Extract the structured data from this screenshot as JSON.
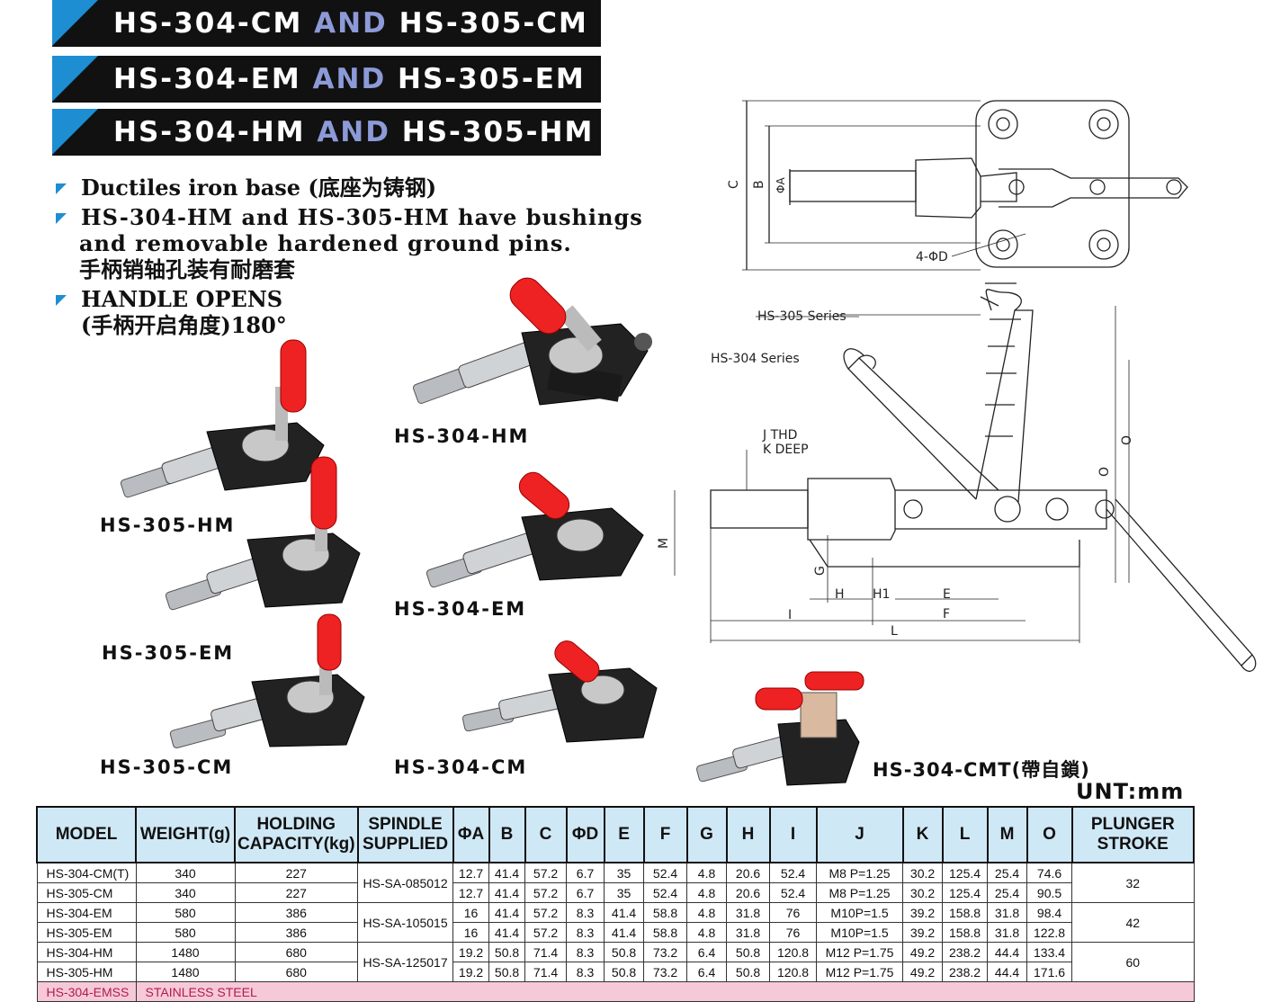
{
  "banners": [
    {
      "a": "HS-304-CM",
      "and": "AND",
      "b": "HS-305-CM"
    },
    {
      "a": "HS-304-EM",
      "and": "AND",
      "b": "HS-305-EM"
    },
    {
      "a": "HS-304-HM",
      "and": "AND",
      "b": "HS-305-HM"
    }
  ],
  "features": [
    {
      "lines": [
        "Ductiles iron base (底座为铸钢)"
      ]
    },
    {
      "lines": [
        "HS-304-HM and HS-305-HM have bushings",
        "and removable hardened ground pins.",
        "手柄销轴孔装有耐磨套"
      ]
    },
    {
      "lines": [
        "HANDLE OPENS",
        "(手柄开启角度)180°"
      ]
    }
  ],
  "product_labels": {
    "hs304hm": "HS-304-HM",
    "hs305hm": "HS-305-HM",
    "hs304em": "HS-304-EM",
    "hs305em": "HS-305-EM",
    "hs305cm": "HS-305-CM",
    "hs304cm": "HS-304-CM",
    "hs304cmt": "HS-304-CMT(帶自鎖)"
  },
  "drawing": {
    "top_labels": {
      "c": "C",
      "b": "B",
      "phiA": "ΦA",
      "fourD": "4-ΦD"
    },
    "series_305": "HS-305 Series",
    "series_304": "HS-304 Series",
    "thread_j": "J  THD",
    "thread_k": "K DEEP",
    "dims": {
      "m": "M",
      "g": "G",
      "h": "H",
      "h1": "H1",
      "e": "E",
      "f": "F",
      "i": "I",
      "l": "L",
      "o1": "O",
      "o2": "O"
    }
  },
  "unit": "UNT:mm",
  "table": {
    "headers": [
      "MODEL",
      "WEIGHT(g)",
      "HOLDING CAPACITY(kg)",
      "SPINDLE SUPPLIED",
      "ΦA",
      "B",
      "C",
      "ΦD",
      "E",
      "F",
      "G",
      "H",
      "I",
      "J",
      "K",
      "L",
      "M",
      "O",
      "PLUNGER STROKE"
    ],
    "rows": [
      [
        "HS-304-CM(T)",
        "340",
        "227",
        "12.7",
        "41.4",
        "57.2",
        "6.7",
        "35",
        "52.4",
        "4.8",
        "20.6",
        "52.4",
        "M8 P=1.25",
        "30.2",
        "125.4",
        "25.4",
        "74.6"
      ],
      [
        "HS-305-CM",
        "340",
        "227",
        "12.7",
        "41.4",
        "57.2",
        "6.7",
        "35",
        "52.4",
        "4.8",
        "20.6",
        "52.4",
        "M8 P=1.25",
        "30.2",
        "125.4",
        "25.4",
        "90.5"
      ],
      [
        "HS-304-EM",
        "580",
        "386",
        "16",
        "41.4",
        "57.2",
        "8.3",
        "41.4",
        "58.8",
        "4.8",
        "31.8",
        "76",
        "M10P=1.5",
        "39.2",
        "158.8",
        "31.8",
        "98.4"
      ],
      [
        "HS-305-EM",
        "580",
        "386",
        "16",
        "41.4",
        "57.2",
        "8.3",
        "41.4",
        "58.8",
        "4.8",
        "31.8",
        "76",
        "M10P=1.5",
        "39.2",
        "158.8",
        "31.8",
        "122.8"
      ],
      [
        "HS-304-HM",
        "1480",
        "680",
        "19.2",
        "50.8",
        "71.4",
        "8.3",
        "50.8",
        "73.2",
        "6.4",
        "50.8",
        "120.8",
        "M12 P=1.75",
        "49.2",
        "238.2",
        "44.4",
        "133.4"
      ],
      [
        "HS-305-HM",
        "1480",
        "680",
        "19.2",
        "50.8",
        "71.4",
        "8.3",
        "50.8",
        "73.2",
        "6.4",
        "50.8",
        "120.8",
        "M12 P=1.75",
        "49.2",
        "238.2",
        "44.4",
        "171.6"
      ]
    ],
    "spindles": [
      "HS-SA-085012",
      "HS-SA-105015",
      "HS-SA-125017"
    ],
    "strokes": [
      "32",
      "42",
      "60"
    ],
    "last_row": {
      "model": "HS-304-EMSS",
      "note": "STAINLESS STEEL"
    }
  }
}
